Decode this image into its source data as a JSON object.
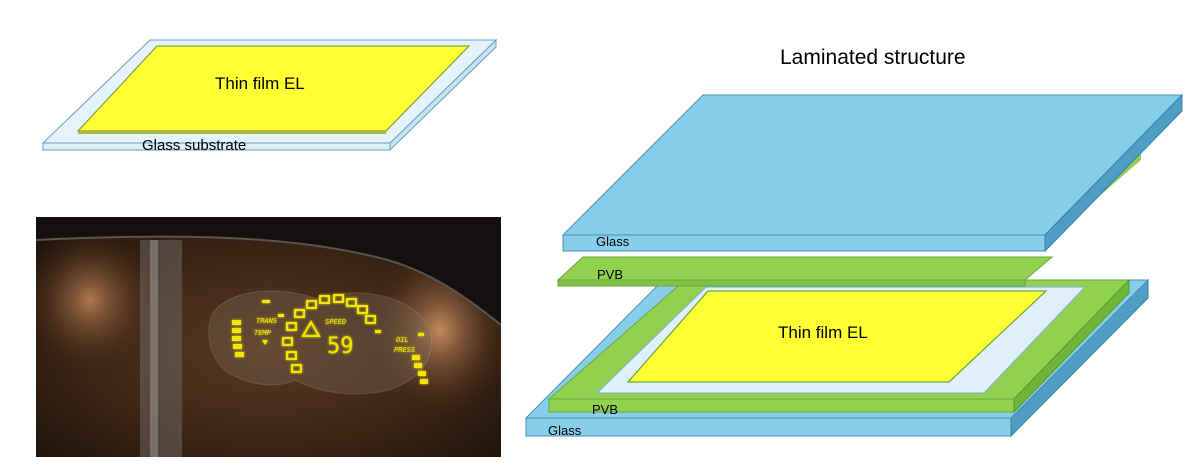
{
  "top_left": {
    "film_label": "Thin film EL",
    "substrate_label": "Glass substrate"
  },
  "laminated": {
    "title": "Laminated structure",
    "top_glass_label": "Glass",
    "top_pvb_label": "PVB",
    "film_label": "Thin film EL",
    "bottom_pvb_label": "PVB",
    "bottom_glass_label": "Glass"
  },
  "photo": {
    "trans_label": "TRANS",
    "temp_label": "TEMP",
    "speed_label": "SPEED",
    "speed_value": "59",
    "oil_label": "OIL",
    "press_label": "PRESS"
  },
  "colors": {
    "glass": "#87CEEB",
    "glass_edge": "#4A9BBF",
    "pvb": "#92D050",
    "film": "#FFFF33",
    "substrate": "#E0F0FA",
    "display_glow": "#F2E600"
  }
}
